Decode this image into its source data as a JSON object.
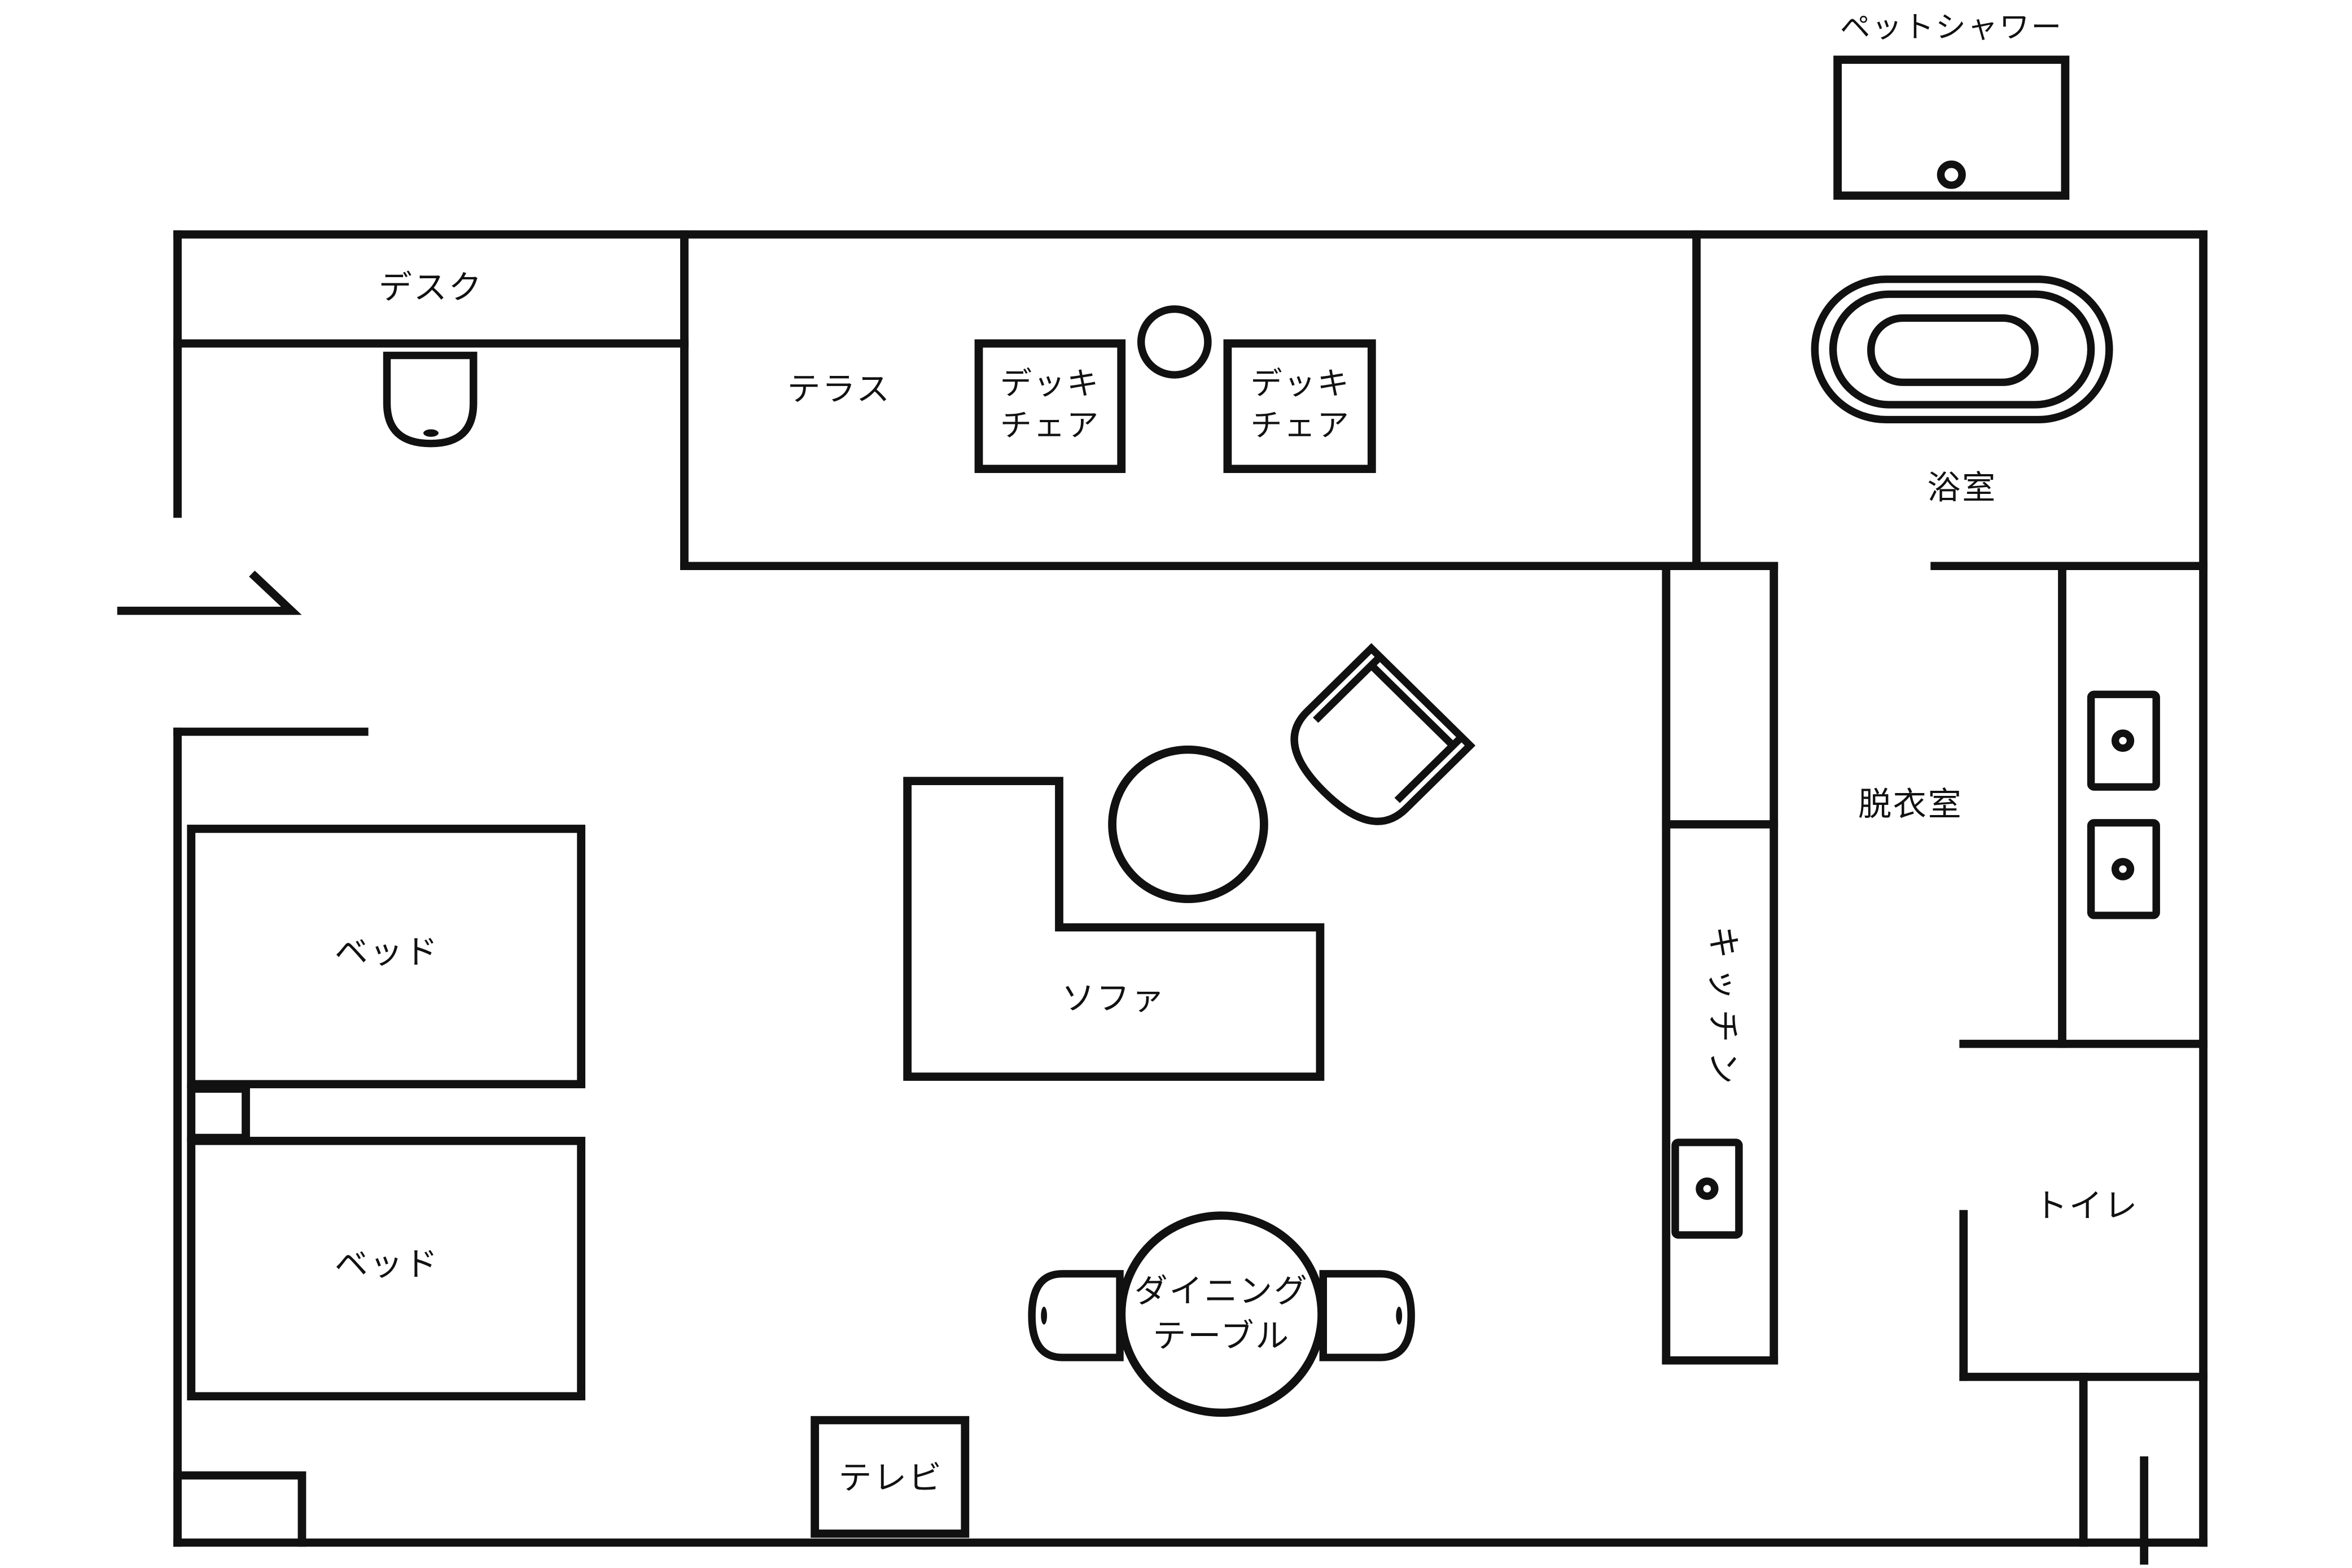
{
  "labels": {
    "pet_shower": "ペットシャワー",
    "desk": "デスク",
    "terrace": "テラス",
    "deck_chair_1_line1": "デッキ",
    "deck_chair_1_line2": "チェア",
    "deck_chair_2_line1": "デッキ",
    "deck_chair_2_line2": "チェア",
    "bathroom": "浴室",
    "dressing_room": "脱衣室",
    "kitchen": "キッチン",
    "sofa": "ソファ",
    "bed_1": "ベッド",
    "bed_2": "ベッド",
    "dining_line1": "ダイニング",
    "dining_line2": "テーブル",
    "tv": "テレビ",
    "toilet": "トイレ"
  },
  "colors": {
    "line": "#111111",
    "background": "#ffffff"
  }
}
